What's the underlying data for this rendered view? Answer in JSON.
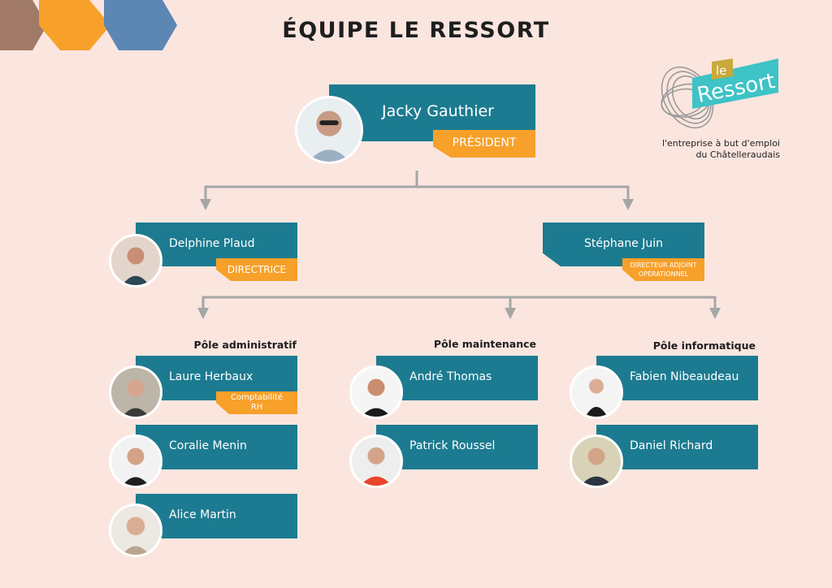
{
  "header": {
    "title": "ÉQUIPE LE RESSORT"
  },
  "logo": {
    "word_small": "le",
    "word_main": "Ressort",
    "tagline_line1": "l'entreprise à but d'emploi",
    "tagline_line2": "du Châtelleraudais"
  },
  "colors": {
    "background": "#fbe6df",
    "card": "#1c7b90",
    "badge": "#f7a02a",
    "connector": "#a6a6a6"
  },
  "president": {
    "name": "Jacky Gauthier",
    "role": "PRÉSIDENT"
  },
  "directrice": {
    "name": "Delphine Plaud",
    "role": "DIRECTRICE"
  },
  "adjoint": {
    "name": "Stéphane Juin",
    "role_line1": "DIRECTEUR ADJOINT",
    "role_line2": "OPÉRATIONNEL"
  },
  "poles": {
    "admin": {
      "title": "Pôle administratif",
      "members": [
        {
          "name": "Laure Herbaux",
          "role_line1": "Comptabilité",
          "role_line2": "RH"
        },
        {
          "name": "Coralie Menin"
        },
        {
          "name": "Alice Martin"
        }
      ]
    },
    "maintenance": {
      "title": "Pôle maintenance",
      "members": [
        {
          "name": "André Thomas"
        },
        {
          "name": "Patrick Roussel"
        }
      ]
    },
    "informatique": {
      "title": "Pôle informatique",
      "members": [
        {
          "name": "Fabien Nibeaudeau"
        },
        {
          "name": "Daniel Richard"
        }
      ]
    }
  }
}
